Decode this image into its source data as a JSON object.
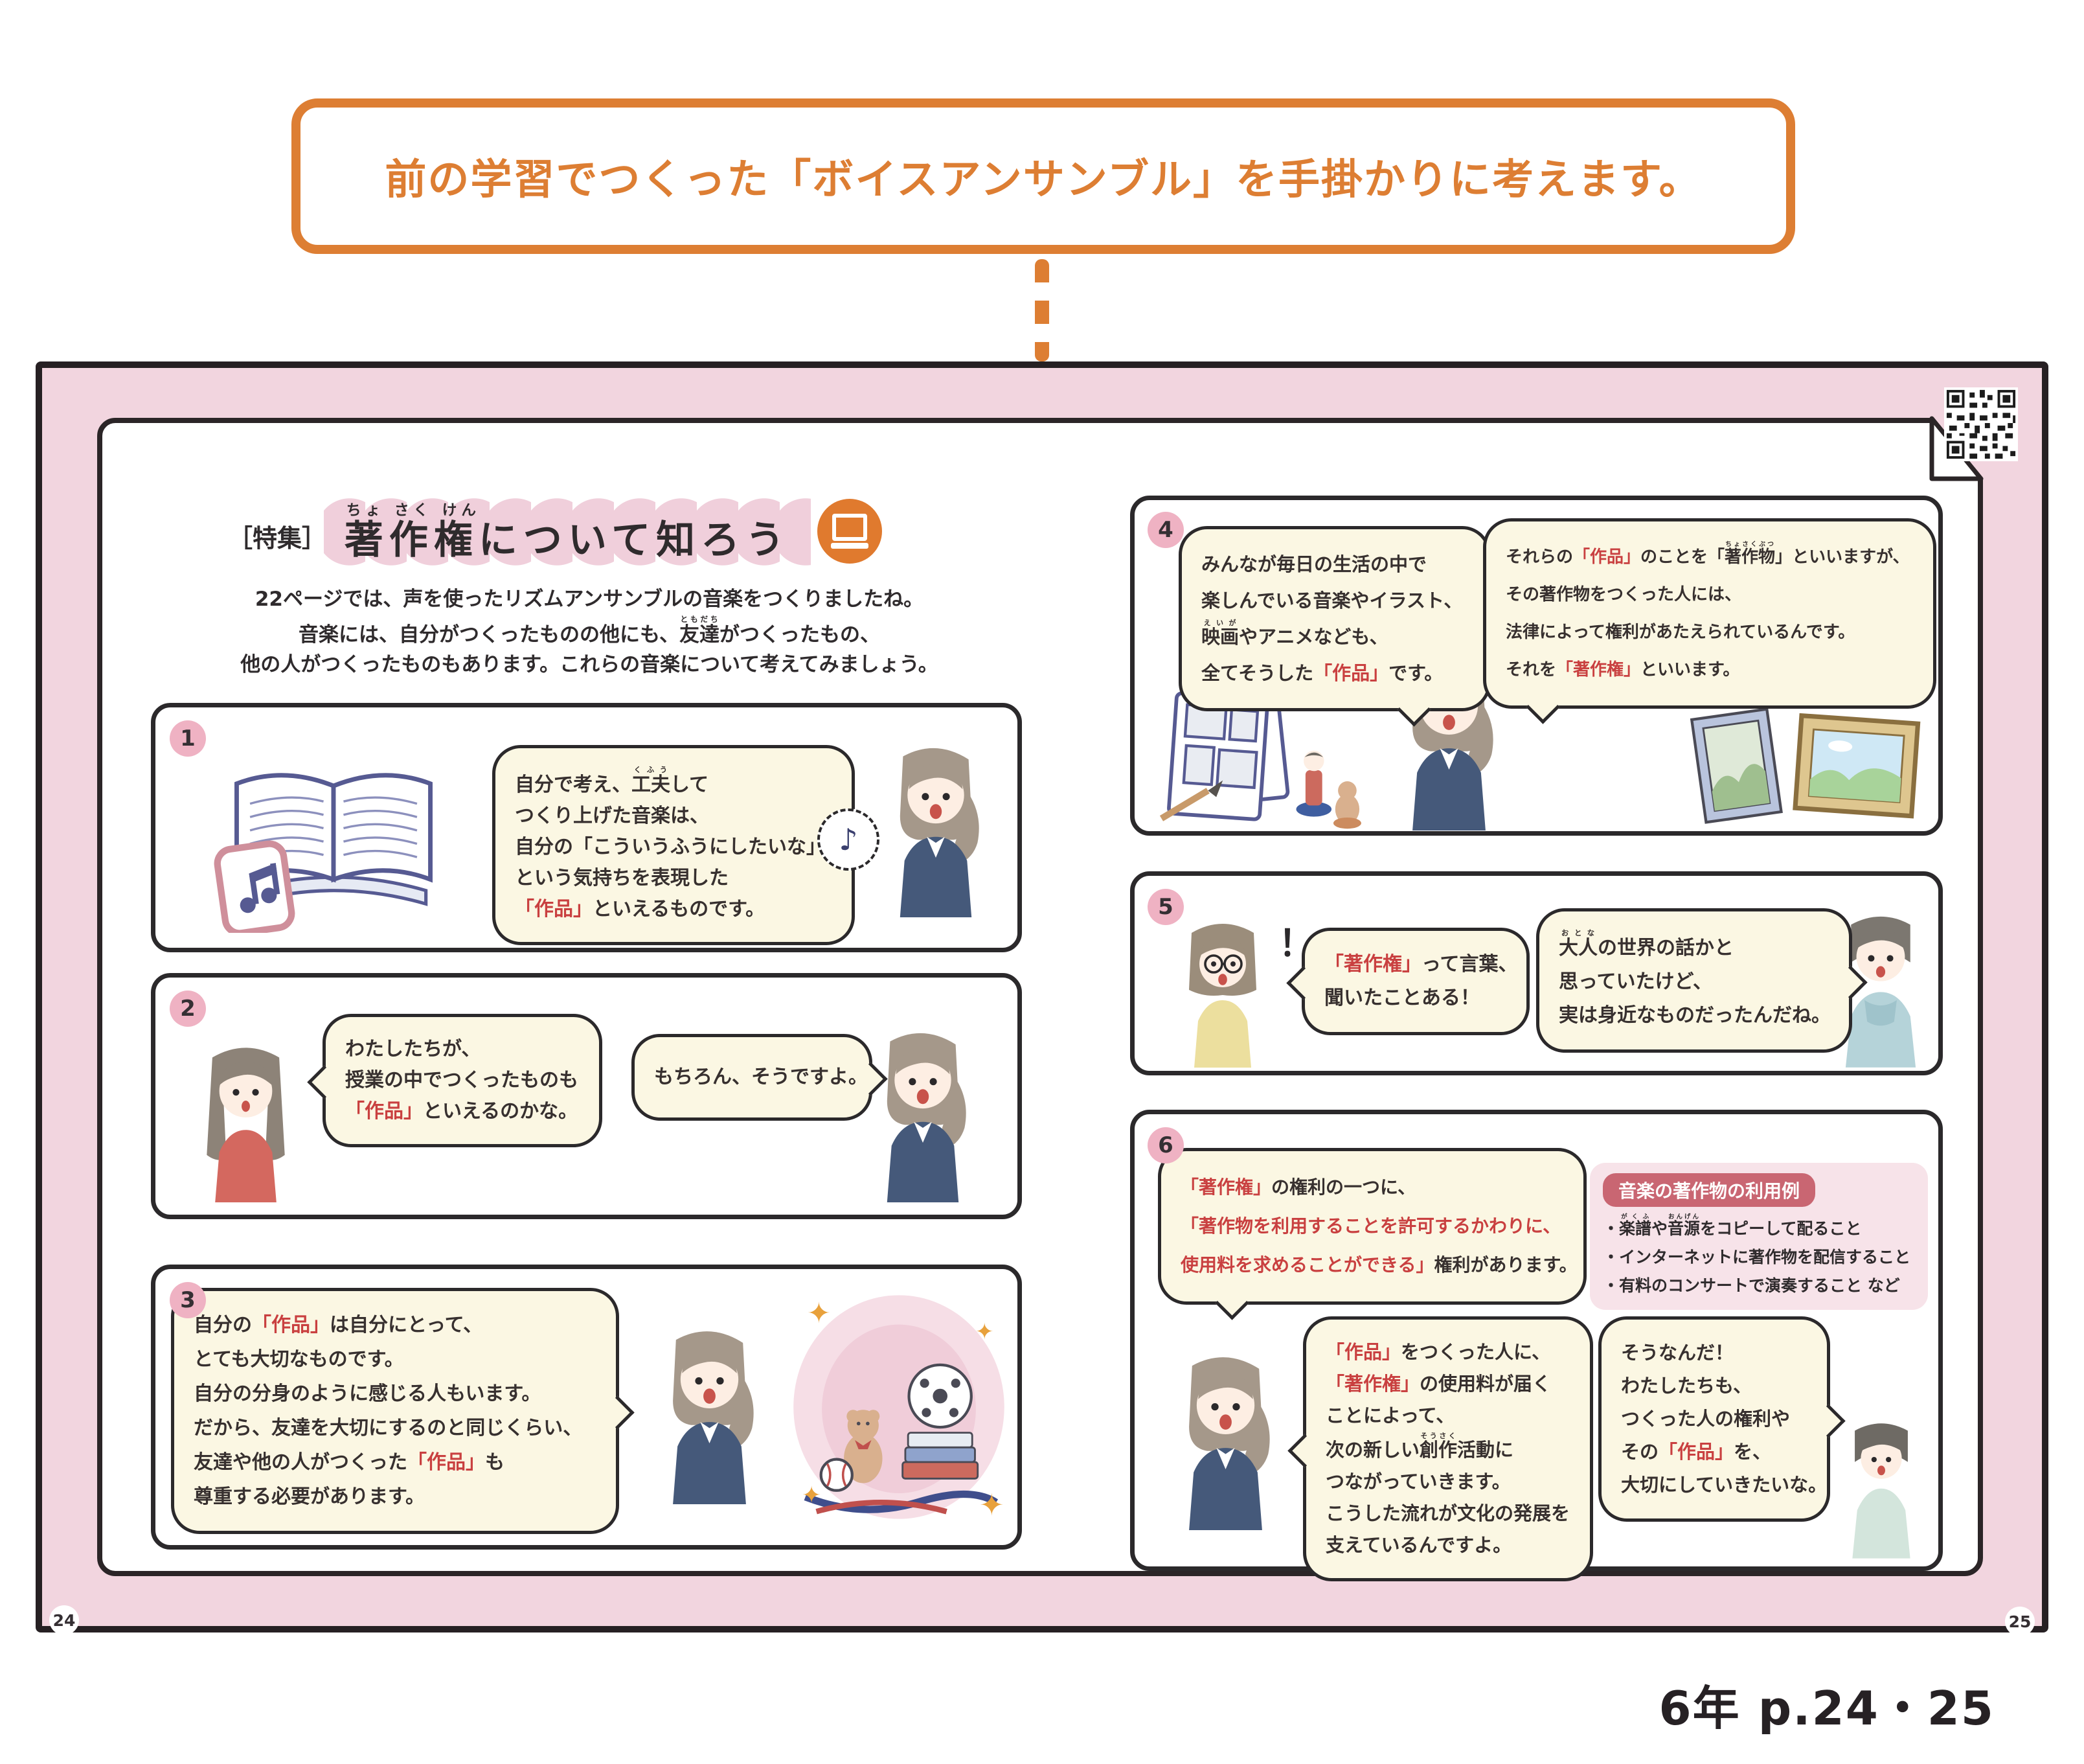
{
  "annotation": {
    "callout_text": "前の学習でつくった「ボイスアンサンブル」を手掛かりに考えます。",
    "caption": "6年 p.24・25"
  },
  "page": {
    "left_number": "24",
    "right_number": "25"
  },
  "header": {
    "tag": "［特集］",
    "title_lines": [
      [
        {
          "t": "著作権",
          "r": "ちょ さく けん"
        },
        {
          "t": "について知ろう"
        }
      ]
    ],
    "intro_lines": [
      [
        {
          "t": "22ページでは、声を使ったリズムアンサンブルの音楽をつくりましたね。"
        }
      ],
      [
        {
          "t": "音楽には、自分がつくったものの他にも、"
        },
        {
          "t": "友達",
          "r": "ともだち"
        },
        {
          "t": "がつくったもの、"
        }
      ],
      [
        {
          "t": "他の人がつくったものもあります。これらの音楽について考えてみましょう。"
        }
      ]
    ]
  },
  "panels": {
    "p1": {
      "number": "1",
      "bubble": [
        [
          {
            "t": "自分で考え、"
          },
          {
            "t": "工夫",
            "r": "くふう"
          },
          {
            "t": "して"
          }
        ],
        [
          {
            "t": "つくり上げた音楽は、"
          }
        ],
        [
          {
            "t": "自分の「こういうふうにしたいな」"
          }
        ],
        [
          {
            "t": "という気持ちを表現した"
          }
        ],
        [
          {
            "t": "「作品」",
            "c": "em"
          },
          {
            "t": "といえるものです。"
          }
        ]
      ]
    },
    "p2": {
      "number": "2",
      "bubble1": [
        [
          {
            "t": "わたしたちが、"
          }
        ],
        [
          {
            "t": "授業の中でつくったものも"
          }
        ],
        [
          {
            "t": "「作品」",
            "c": "em"
          },
          {
            "t": "といえるのかな。"
          }
        ]
      ],
      "bubble2": [
        [
          {
            "t": "もちろん、そうですよ。"
          }
        ]
      ]
    },
    "p3": {
      "number": "3",
      "bubble": [
        [
          {
            "t": "自分の"
          },
          {
            "t": "「作品」",
            "c": "em"
          },
          {
            "t": "は自分にとって、"
          }
        ],
        [
          {
            "t": "とても大切なものです。"
          }
        ],
        [
          {
            "t": "自分の分身のように感じる人もいます。"
          }
        ],
        [
          {
            "t": "だから、友達を大切にするのと同じくらい、"
          }
        ],
        [
          {
            "t": "友達や他の人がつくった"
          },
          {
            "t": "「作品」",
            "c": "em"
          },
          {
            "t": "も"
          }
        ],
        [
          {
            "t": "尊重する必要があります。"
          }
        ]
      ]
    },
    "p4": {
      "number": "4",
      "bubble1": [
        [
          {
            "t": "みんなが毎日の生活の中で"
          }
        ],
        [
          {
            "t": "楽しんでいる音楽やイラスト、"
          }
        ],
        [
          {
            "t": "映画",
            "r": "えいが"
          },
          {
            "t": "やアニメなども、"
          }
        ],
        [
          {
            "t": "全てそうした"
          },
          {
            "t": "「作品」",
            "c": "em"
          },
          {
            "t": "です。"
          }
        ]
      ],
      "bubble2": [
        [
          {
            "t": "それらの"
          },
          {
            "t": "「作品」",
            "c": "em"
          },
          {
            "t": "のことを「"
          },
          {
            "t": "著作物",
            "r": "ちょさくぶつ"
          },
          {
            "t": "」といいますが、"
          }
        ],
        [
          {
            "t": "その著作物をつくった人には、"
          }
        ],
        [
          {
            "t": "法律によって権利があたえられているんです。"
          }
        ],
        [
          {
            "t": "それを"
          },
          {
            "t": "「著作権」",
            "c": "em"
          },
          {
            "t": "といいます。"
          }
        ]
      ]
    },
    "p5": {
      "number": "5",
      "bubble1": [
        [
          {
            "t": "「著作権」",
            "c": "em"
          },
          {
            "t": "って言葉、"
          }
        ],
        [
          {
            "t": "聞いたことある！"
          }
        ]
      ],
      "bubble2": [
        [
          {
            "t": "大人",
            "r": "おとな"
          },
          {
            "t": "の世界の話かと"
          }
        ],
        [
          {
            "t": "思っていたけど、"
          }
        ],
        [
          {
            "t": "実は身近なものだったんだね。"
          }
        ]
      ]
    },
    "p6": {
      "number": "6",
      "bubble1": [
        [
          {
            "t": "「著作権」",
            "c": "em"
          },
          {
            "t": "の権利の一つに、"
          }
        ],
        [
          {
            "t": "「著作物を利用することを許可するかわりに、",
            "c": "em"
          }
        ],
        [
          {
            "t": "使用料を求めることができる」",
            "c": "em"
          },
          {
            "t": "権利があります。"
          }
        ]
      ],
      "infobox": {
        "label": "音楽の著作物の利用例",
        "items": [
          [
            {
              "t": "・"
            },
            {
              "t": "楽譜",
              "r": "がくふ"
            },
            {
              "t": "や"
            },
            {
              "t": "音源",
              "r": "おんげん"
            },
            {
              "t": "をコピーして配ること"
            }
          ],
          [
            {
              "t": "・インターネットに著作物を配信すること"
            }
          ],
          [
            {
              "t": "・有料のコンサートで演奏すること など"
            }
          ]
        ]
      },
      "bubble2": [
        [
          {
            "t": "「作品」",
            "c": "em"
          },
          {
            "t": "をつくった人に、"
          }
        ],
        [
          {
            "t": "「著作権」",
            "c": "em"
          },
          {
            "t": "の使用料が届く"
          }
        ],
        [
          {
            "t": "ことによって、"
          }
        ],
        [
          {
            "t": "次の新しい"
          },
          {
            "t": "創作",
            "r": "そうさく"
          },
          {
            "t": "活動に"
          }
        ],
        [
          {
            "t": "つながっていきます。"
          }
        ],
        [
          {
            "t": "こうした流れが文化の発展を"
          }
        ],
        [
          {
            "t": "支えているんですよ。"
          }
        ]
      ],
      "bubble3": [
        [
          {
            "t": "そうなんだ！"
          }
        ],
        [
          {
            "t": "わたしたちも、"
          }
        ],
        [
          {
            "t": "つくった人の権利や"
          }
        ],
        [
          {
            "t": "その"
          },
          {
            "t": "「作品」",
            "c": "em"
          },
          {
            "t": "を、"
          }
        ],
        [
          {
            "t": "大切にしていきたいな。"
          }
        ]
      ]
    }
  },
  "icons": {
    "music_note": "♪",
    "sparkle": "✦",
    "exclamation": "！"
  },
  "colors": {
    "accent_orange": "#dd7e33",
    "board_pink": "#f2d5df",
    "bubble_cream": "#fbf7e3",
    "accent_red": "#c94040",
    "info_label_pink": "#c96672",
    "info_box_pink": "#f7e3e9",
    "badge_pink": "#efb2c3",
    "title_band_pink": "#f0cfdb",
    "border_dark": "#2b292b"
  }
}
